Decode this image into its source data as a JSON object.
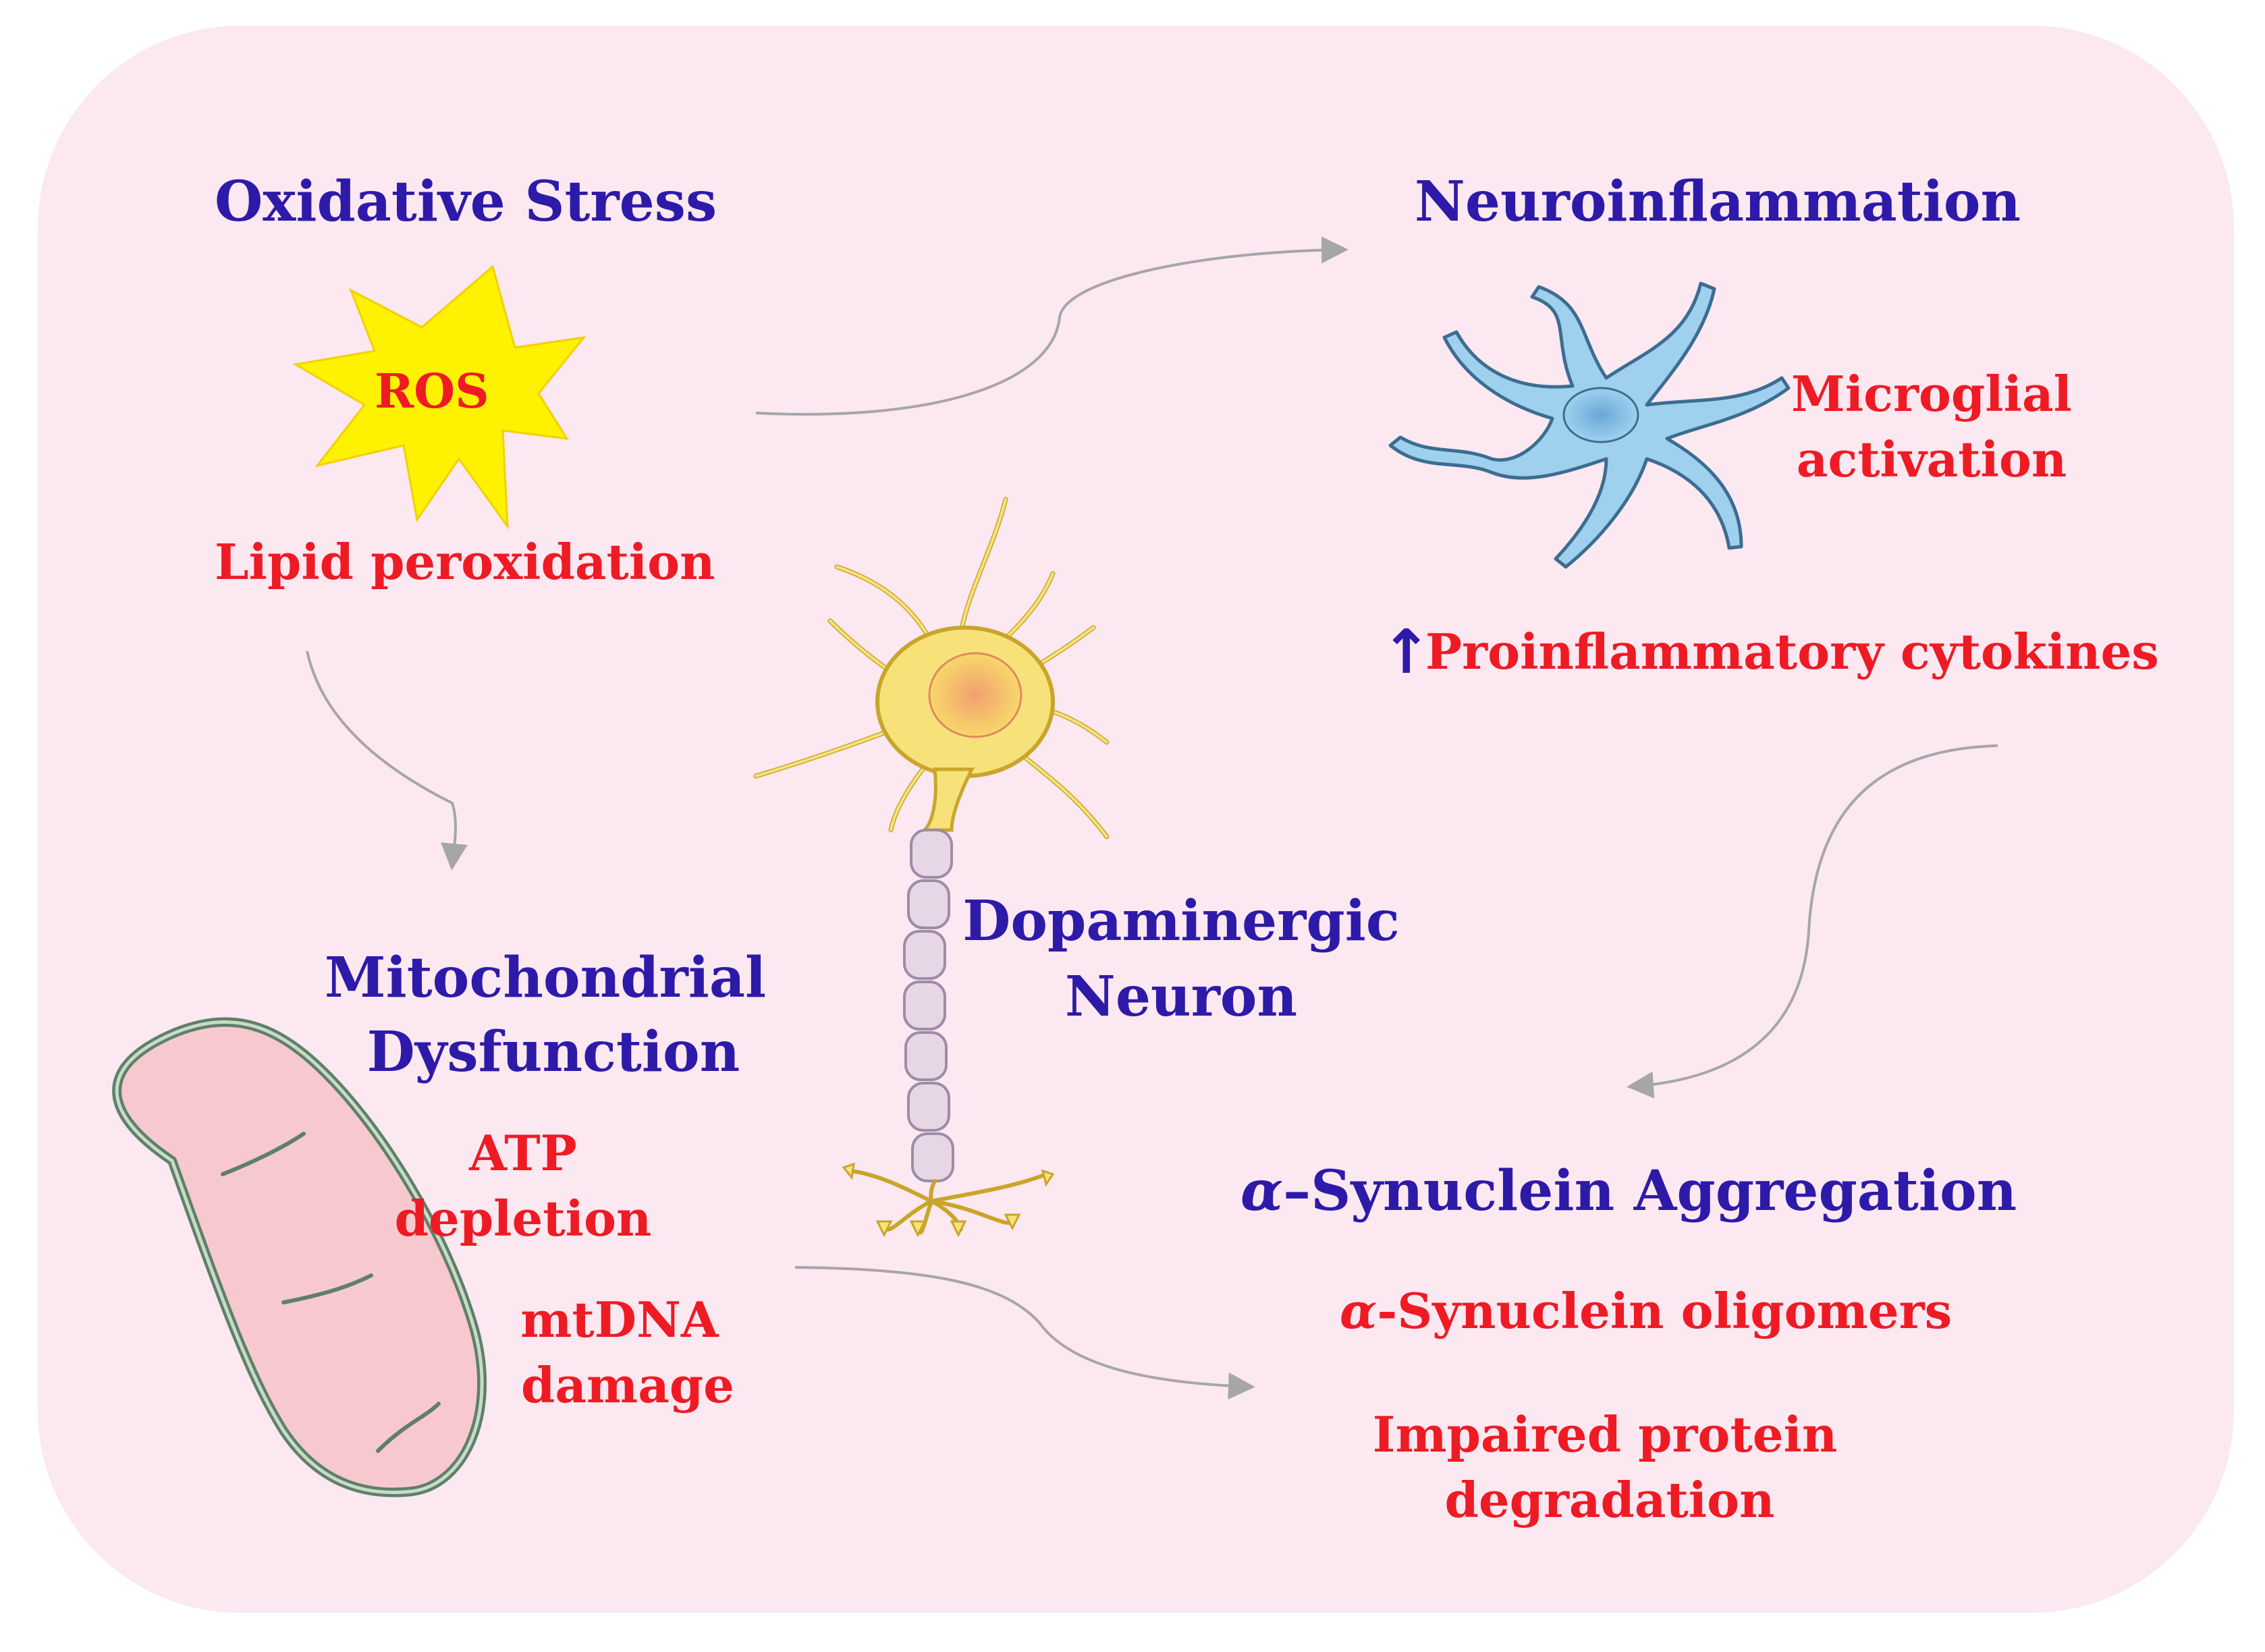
{
  "oxidative": {
    "title": "Oxidative  Stress",
    "ros_label": "ROS",
    "lipid": "Lipid peroxidation"
  },
  "neuroinflammation": {
    "title": "Neuroinflammation",
    "microglial_line1": "Microglial",
    "microglial_line2": "activation",
    "cytokines": "Proinflammatory cytokines"
  },
  "neuron": {
    "line1": "Dopaminergic",
    "line2": "Neuron"
  },
  "mitochondrial": {
    "title_line1": "Mitochondrial",
    "title_line2": "Dysfunction",
    "atp_line1": "ATP",
    "atp_line2": "depletion",
    "mtdna_line1": "mtDNA",
    "mtdna_line2": "damage"
  },
  "synuclein": {
    "title_alpha": "α",
    "title_rest": "–Synuclein  Aggregation",
    "oligomers_alpha": "α",
    "oligomers_rest": "-Synuclein oligomers",
    "impaired_line1": "Impaired protein",
    "impaired_line2": "degradation"
  },
  "colors": {
    "background": "#fbe8f1",
    "title": "#2e1aa8",
    "detail": "#ee1b24",
    "ros_star": "#fff200",
    "microglia": "#8ec6e6",
    "neuron": "#f7e27a",
    "mitochondria": "#f7c9cf",
    "arrow": "#a6a6a6"
  }
}
